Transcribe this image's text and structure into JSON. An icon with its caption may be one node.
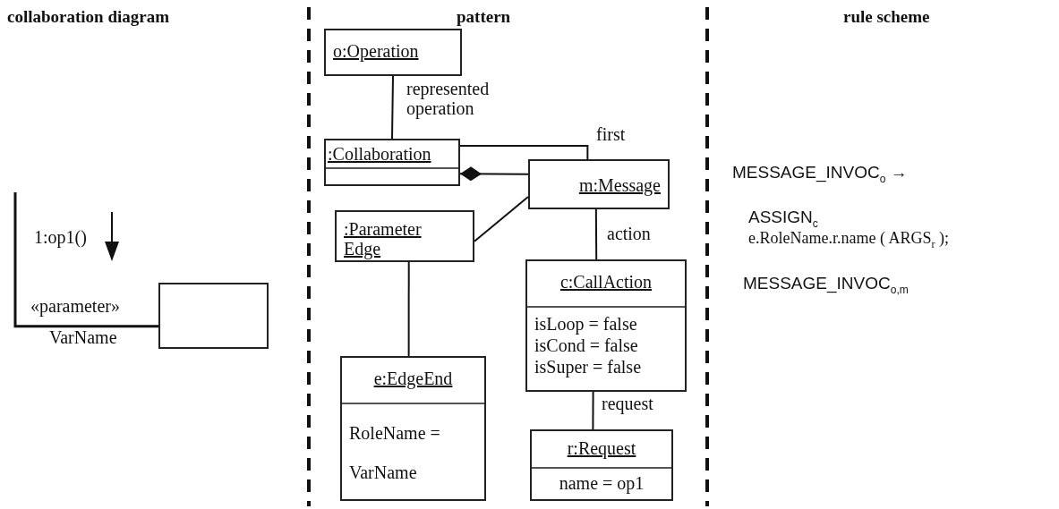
{
  "diagram": {
    "nodes": [
      {
        "text": [
          "o:Operation"
        ]
      },
      {
        "text": [
          ":Collaboration"
        ]
      },
      {
        "text": [
          "m:Message"
        ]
      },
      {
        "text": [
          ":Parameter Edge"
        ]
      },
      {
        "text": [
          "c:CallAction",
          "isLoop = false",
          "isCond = false",
          "isSuper = false"
        ]
      },
      {
        "text": [
          "e:EdgeEnd",
          "RoleName = VarName"
        ]
      },
      {
        "text": [
          "r:Request",
          "name = op1"
        ]
      },
      {
        "text": [],
        "shape": "box"
      }
    ],
    "edges": [
      {
        "from": 0,
        "to": 1,
        "arrow": "none",
        "label": "represented operation"
      },
      {
        "from": 1,
        "to": 2,
        "arrow": "none",
        "label": "first"
      },
      {
        "from": 2,
        "to": 1,
        "arrow": "other"
      },
      {
        "from": 3,
        "to": 2,
        "arrow": "none"
      },
      {
        "from": 2,
        "to": 4,
        "arrow": "none",
        "label": "action"
      },
      {
        "from": 3,
        "to": 5,
        "arrow": "none"
      },
      {
        "from": 4,
        "to": 6,
        "arrow": "none",
        "label": "request"
      },
      {
        "from": null,
        "to": 7,
        "arrow": "none",
        "label": "«parameter»"
      }
    ],
    "labels": [
      "collaboration diagram",
      "pattern",
      "rule scheme",
      "1:op1()",
      "VarName",
      "MESSAGE_INVOC$_{o}$ →",
      "ASSIGN$_{c}$",
      "e.RoleName.r.name ( ARGS$_{r}$ );",
      "MESSAGE_INVOC$_{o,m}$"
    ]
  }
}
